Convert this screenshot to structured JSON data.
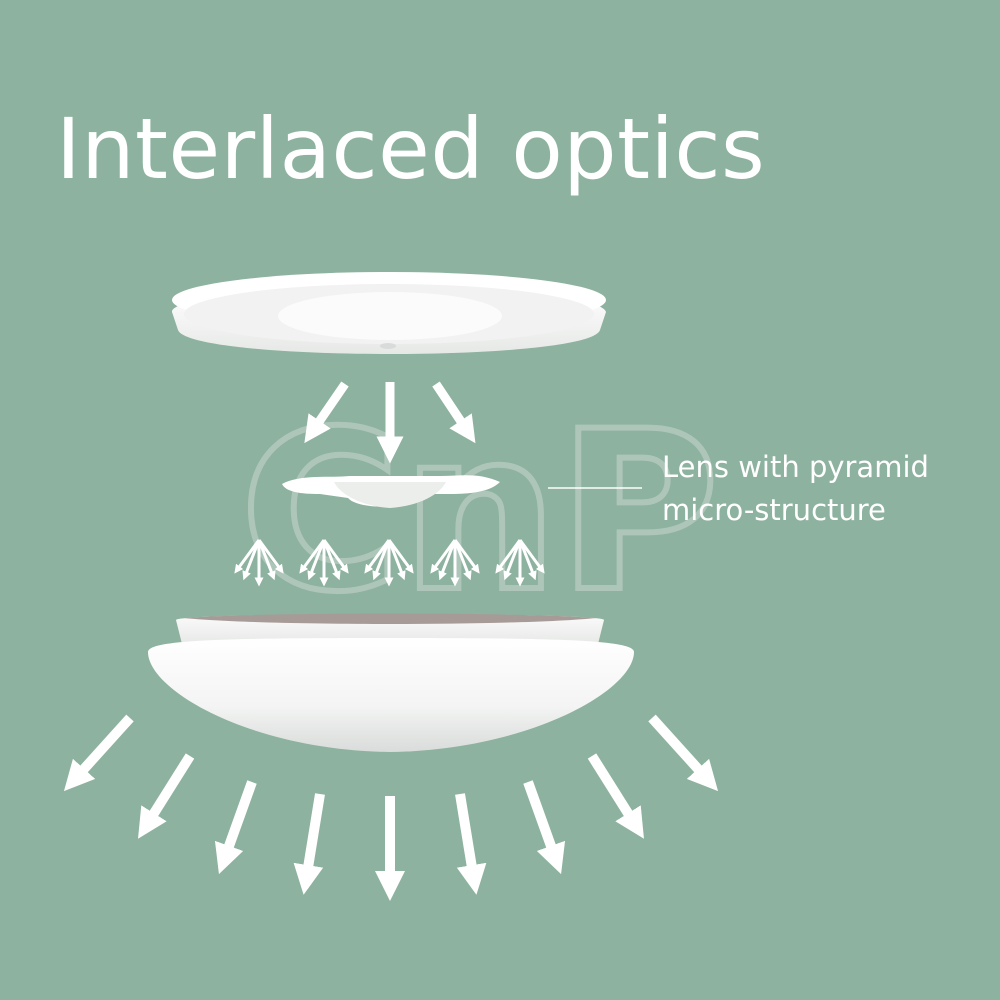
{
  "title": "Interlaced optics",
  "callout": {
    "line1": "Lens with pyramid",
    "line2": "micro-structure"
  },
  "watermark": "CnP",
  "colors": {
    "background": "#8db29f",
    "foreground": "#ffffff",
    "watermark": "#9fb8ad"
  },
  "icons": [
    "arrow-icon",
    "arrow-fan-icon"
  ]
}
